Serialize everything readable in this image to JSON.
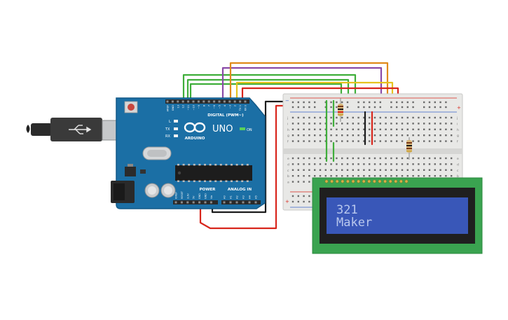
{
  "arduino": {
    "board_name": "UNO",
    "brand": "ARDUINO",
    "digital_header_label": "DIGITAL (PWM~)",
    "power_label": "POWER",
    "analog_label": "ANALOG IN",
    "on_label": "ON",
    "tx_label": "TX",
    "rx_label": "RX",
    "led_label": "L",
    "digital_pins": [
      "AREF",
      "GND",
      "13",
      "12",
      "~11",
      "~10",
      "~9",
      "8",
      "7",
      "~6",
      "~5",
      "4",
      "~3",
      "2",
      "TX 1",
      "RX 0"
    ],
    "power_pins": [
      "IOREF",
      "RESET",
      "3.3V",
      "5V",
      "GND",
      "GND",
      "Vin"
    ],
    "analog_pins": [
      "A0",
      "A1",
      "A2",
      "A3",
      "A4",
      "A5"
    ]
  },
  "lcd": {
    "line1": "321",
    "line2": "Maker"
  },
  "breadboard": {
    "row_letters_top": [
      "j",
      "i",
      "h",
      "g",
      "f"
    ],
    "row_letters_bottom": [
      "e",
      "d",
      "c",
      "b",
      "a"
    ],
    "plus": "+",
    "minus": "−"
  },
  "colors": {
    "board": "#1b6fa5",
    "board_dark": "#145a88",
    "breadboard": "#e8e8e6",
    "lcd_pcb": "#3aa350",
    "lcd_screen": "#3957b8",
    "lcd_text": "#b9c8ee",
    "wire_green": "#3fae3a",
    "wire_orange": "#e08a1b",
    "wire_yellow": "#e6c21e",
    "wire_purple": "#8a4aa8",
    "wire_red": "#d8261c",
    "wire_black": "#1c1c1c",
    "usb": "#3a3a3a"
  }
}
